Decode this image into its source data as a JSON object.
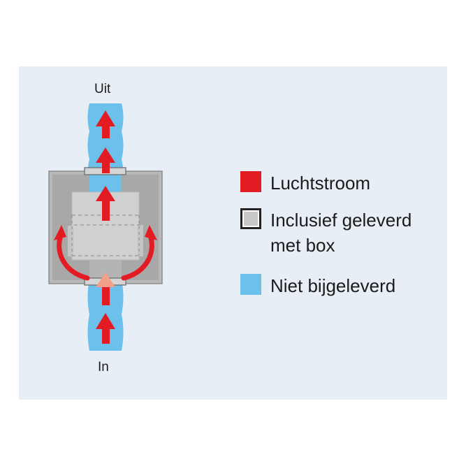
{
  "labels": {
    "out": "Uit",
    "in": "In"
  },
  "legend": [
    {
      "key": "airflow",
      "text": "Luchtstroom",
      "color": "#e31b23"
    },
    {
      "key": "included",
      "text": "Inclusief geleverd met box",
      "color": "#c8c8c8"
    },
    {
      "key": "not-supplied",
      "text": "Niet bijgeleverd",
      "color": "#6cc0ec"
    }
  ],
  "colors": {
    "background": "#e8eef5",
    "airflow": "#e31b23",
    "included": "#c8c8c8",
    "not_supplied": "#6cc0ec",
    "box_frame": "#b5b5b5"
  }
}
